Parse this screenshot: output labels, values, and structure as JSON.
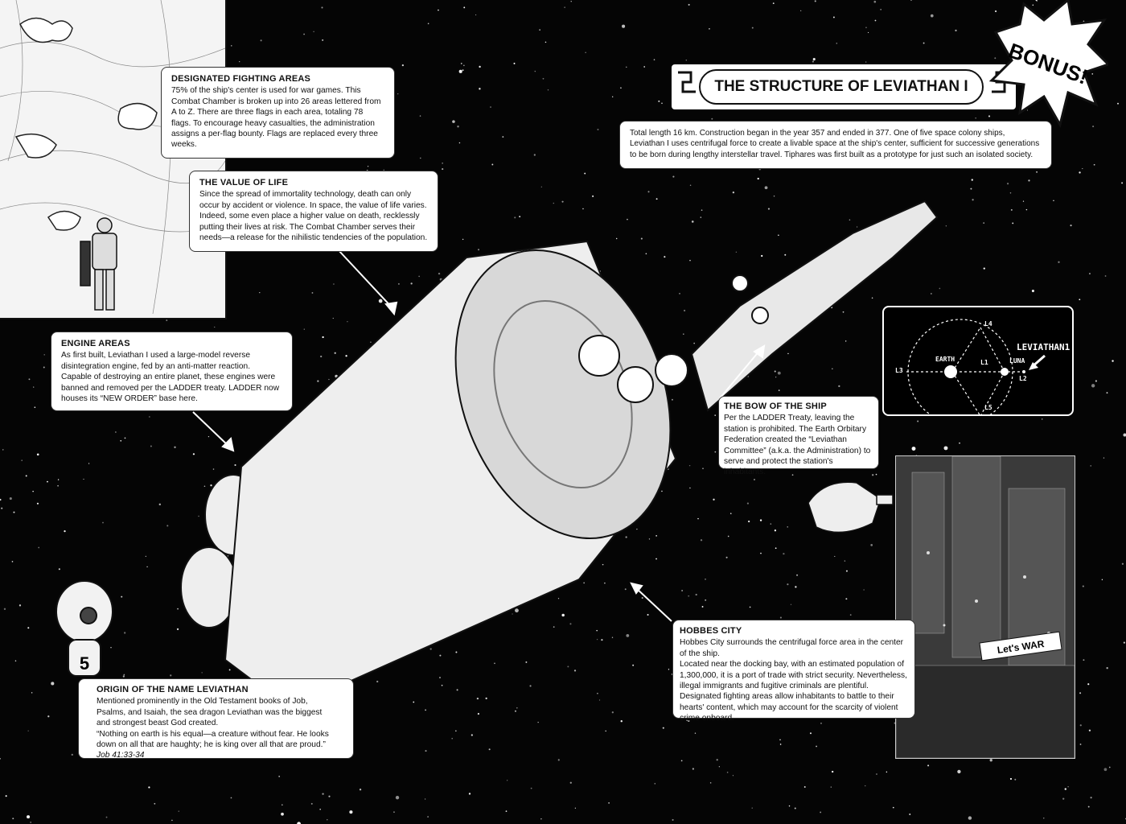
{
  "title": "THE STRUCTURE OF LEVIATHAN I",
  "bonus_label": "BONUS!",
  "intro": "Total length 16 km. Construction began in the year 357 and ended in 377. One of five space colony ships, Leviathan I uses centrifugal force to create a livable space at the ship's center, sufficient for successive generations to be born during lengthy interstellar travel. Tiphares was first built as a prototype for just such an isolated society.",
  "boxes": {
    "fighting": {
      "heading": "DESIGNATED FIGHTING AREAS",
      "body": "75% of the ship's center is used for war games. This Combat Chamber is broken up into 26 areas lettered from A to Z. There are three flags in each area, totaling 78 flags. To encourage heavy casualties, the administration assigns a per-flag bounty. Flags are replaced every three weeks."
    },
    "value": {
      "heading": "THE VALUE OF LIFE",
      "body": "Since the spread of immortality technology, death can only occur by accident or violence. In space, the value of life varies. Indeed, some even place a higher value on death, recklessly putting their lives at risk. The Combat Chamber serves their needs—a release for the nihilistic tendencies of the population."
    },
    "engine": {
      "heading": "ENGINE AREAS",
      "body": "As first built, Leviathan I used a large-model reverse disintegration engine, fed by an anti-matter reaction. Capable of destroying an entire planet, these engines were banned and removed per the LADDER treaty. LADDER now houses its “NEW ORDER” base here."
    },
    "bow": {
      "heading": "THE BOW OF THE SHIP",
      "body": "Per the LADDER Treaty, leaving the station is prohibited. The Earth Orbitary Federation created the “Leviathan Committee” (a.k.a. the Administration) to serve and protect the station's inhabitants."
    },
    "hobbes": {
      "heading": "HOBBES CITY",
      "body1": "Hobbes City surrounds the centrifugal force area in the center of the ship.",
      "body2": "Located near the docking bay, with an estimated population of 1,300,000, it is a port of trade with strict security. Nevertheless, illegal immigrants and fugitive criminals are plentiful.",
      "body3": "Designated fighting areas allow inhabitants to battle to their hearts' content, which may account for the scarcity of violent crime onboard."
    },
    "origin": {
      "heading": "ORIGIN OF THE NAME LEVIATHAN",
      "body": "Mentioned prominently in the Old Testament books of Job, Psalms, and Isaiah, the sea dragon Leviathan was the biggest and strongest beast God created.",
      "quote": "“Nothing on earth is his equal—a creature without fear. He looks down on all that are haughty; he is king over all that are proud.”",
      "cite": "Job 41:33-34"
    }
  },
  "diagram": {
    "earth": "EARTH",
    "luna": "LUNA",
    "ship": "LEVIATHAN1",
    "l1": "L1",
    "l2": "L2",
    "l3": "L3",
    "l4": "L4",
    "l5": "L5"
  },
  "city_sign": "Let's WAR",
  "robot_number": "5"
}
